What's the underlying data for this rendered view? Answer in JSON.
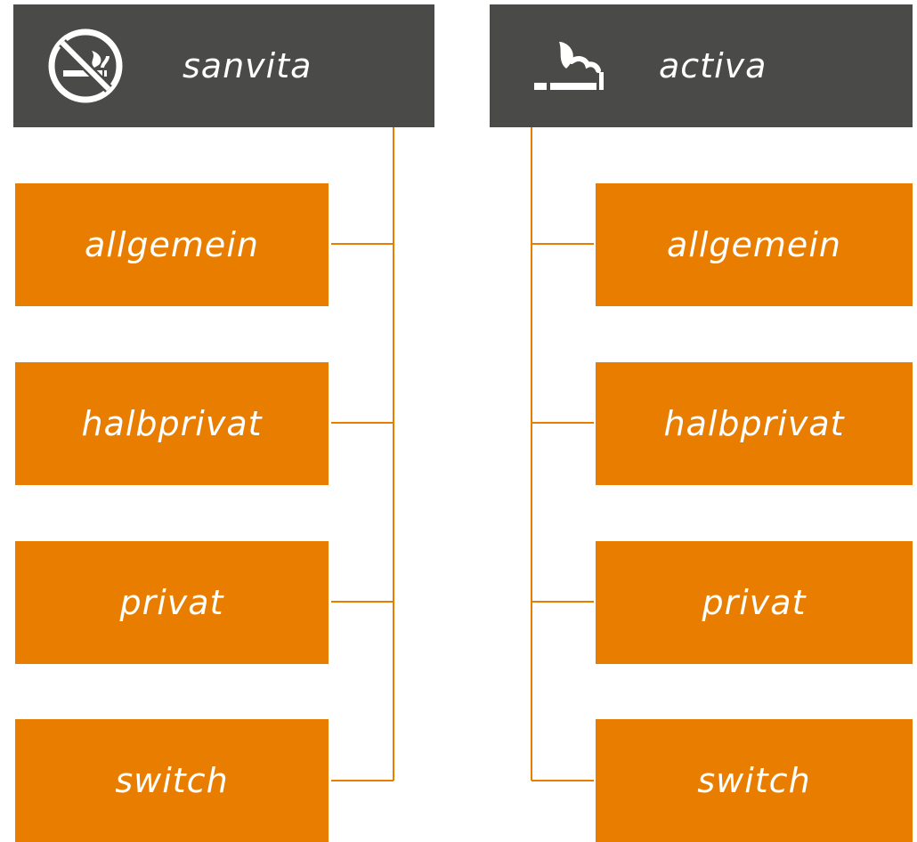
{
  "columns": [
    {
      "title": "sanvita",
      "icon": "no-smoking-icon",
      "items": [
        "allgemein",
        "halbprivat",
        "privat",
        "switch"
      ]
    },
    {
      "title": "activa",
      "icon": "smoking-icon",
      "items": [
        "allgemein",
        "halbprivat",
        "privat",
        "switch"
      ]
    }
  ],
  "colors": {
    "header": "#4a4a48",
    "box": "#e87d00",
    "connector": "#e87d00",
    "text": "#ffffff"
  }
}
